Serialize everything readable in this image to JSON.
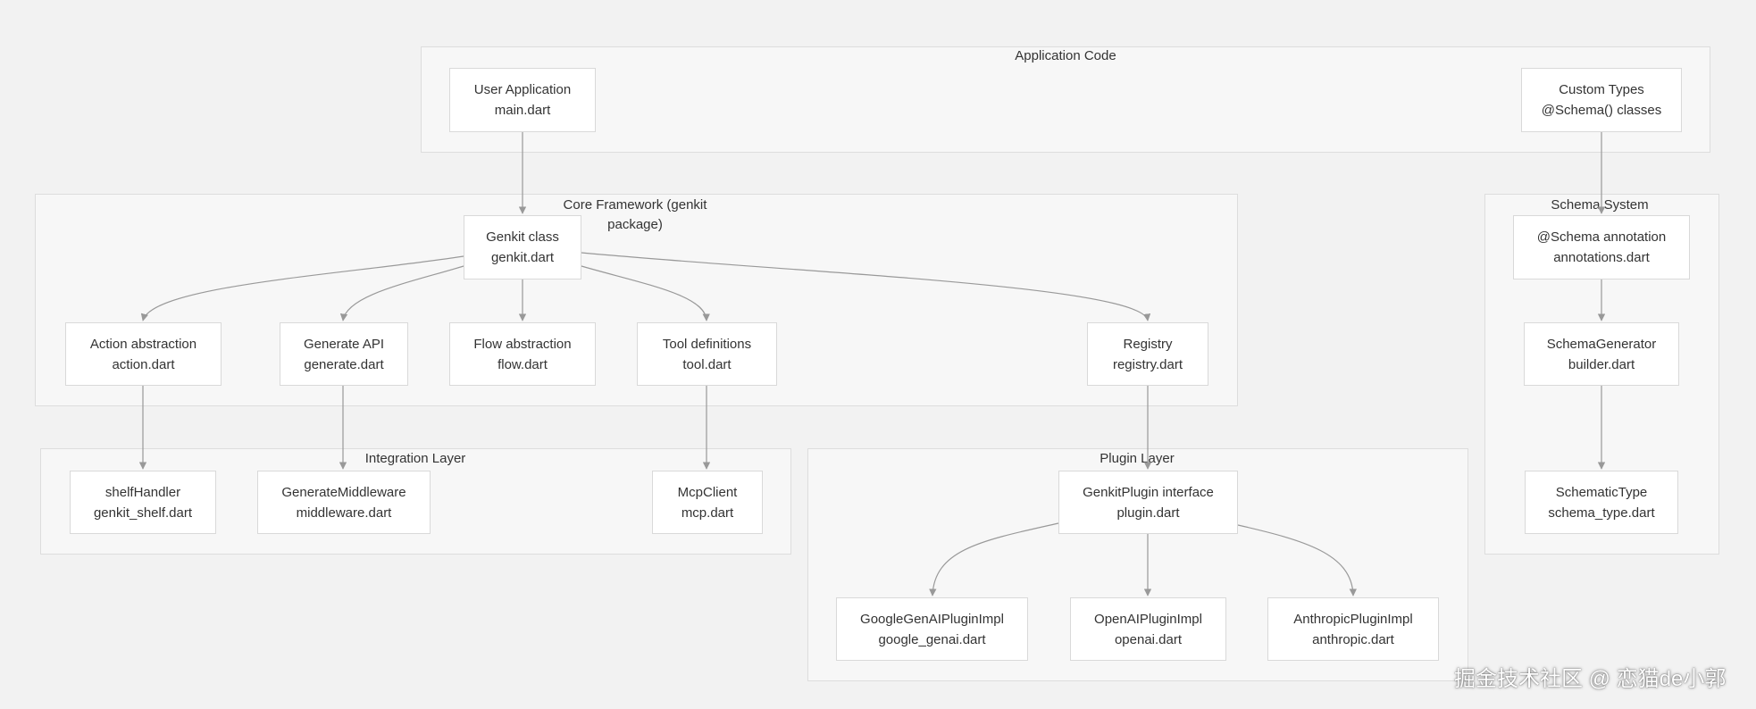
{
  "groups": {
    "app": "Application Code",
    "core": "Core Framework (genkit",
    "core_line2": "package)",
    "schema": "Schema System",
    "integration": "Integration Layer",
    "plugin": "Plugin Layer"
  },
  "nodes": {
    "user_app": {
      "title": "User Application",
      "file": "main.dart"
    },
    "custom_types": {
      "title": "Custom Types",
      "file": "@Schema() classes"
    },
    "genkit_class": {
      "title": "Genkit class",
      "file": "genkit.dart"
    },
    "action": {
      "title": "Action abstraction",
      "file": "action.dart"
    },
    "generate": {
      "title": "Generate API",
      "file": "generate.dart"
    },
    "flow": {
      "title": "Flow abstraction",
      "file": "flow.dart"
    },
    "tool": {
      "title": "Tool definitions",
      "file": "tool.dart"
    },
    "registry": {
      "title": "Registry",
      "file": "registry.dart"
    },
    "schema_annotation": {
      "title": "@Schema annotation",
      "file": "annotations.dart"
    },
    "schema_generator": {
      "title": "SchemaGenerator",
      "file": "builder.dart"
    },
    "schematic_type": {
      "title": "SchematicType",
      "file": "schema_type.dart"
    },
    "shelf_handler": {
      "title": "shelfHandler",
      "file": "genkit_shelf.dart"
    },
    "generate_middleware": {
      "title": "GenerateMiddleware",
      "file": "middleware.dart"
    },
    "mcp_client": {
      "title": "McpClient",
      "file": "mcp.dart"
    },
    "genkit_plugin": {
      "title": "GenkitPlugin interface",
      "file": "plugin.dart"
    },
    "google_plugin": {
      "title": "GoogleGenAIPluginImpl",
      "file": "google_genai.dart"
    },
    "openai_plugin": {
      "title": "OpenAIPluginImpl",
      "file": "openai.dart"
    },
    "anthropic_plugin": {
      "title": "AnthropicPluginImpl",
      "file": "anthropic.dart"
    }
  },
  "watermark": "掘金技术社区 @ 恋猫de小郭",
  "colors": {
    "background": "#f2f2f2",
    "group_fill": "#f7f7f7",
    "group_border": "#dddddd",
    "node_fill": "#ffffff",
    "node_border": "#d9d9d9",
    "edge": "#999999"
  }
}
